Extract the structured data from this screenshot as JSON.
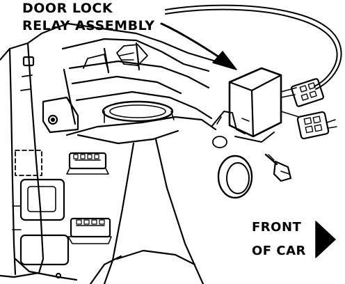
{
  "callout": {
    "line1": "DOOR LOCK",
    "line2": "RELAY ASSEMBLY"
  },
  "direction": {
    "line1": "FRONT",
    "line2": "OF CAR"
  },
  "colors": {
    "ink": "#000000",
    "paper": "#ffffff"
  }
}
